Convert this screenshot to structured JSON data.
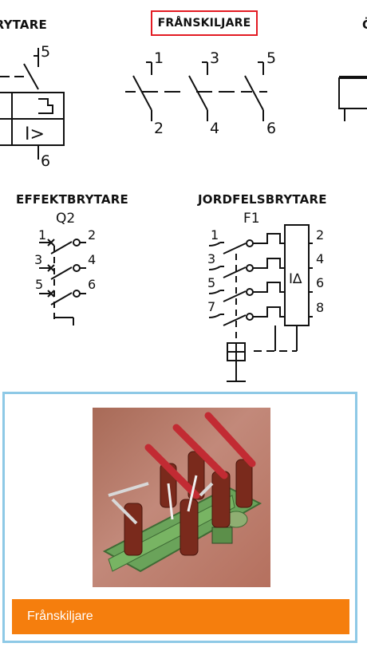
{
  "labels": {
    "left_partial": "BRYTARE",
    "active": "FRÅNSKILJARE",
    "right_partial": "Ö",
    "effektbrytare": "EFFEKTBRYTARE",
    "jordfelsbrytare": "JORDFELSBRYTARE"
  },
  "symbols": {
    "left": {
      "pin_top": "5",
      "pin_bottom": "6",
      "relay_mark": "I>"
    },
    "franskiljare": {
      "pins_top": [
        "1",
        "3",
        "5"
      ],
      "pins_bottom": [
        "2",
        "4",
        "6"
      ]
    },
    "effektbrytare": {
      "ref": "Q2",
      "pins_left": [
        "1",
        "3",
        "5"
      ],
      "pins_right": [
        "2",
        "4",
        "6"
      ]
    },
    "jordfelsbrytare": {
      "ref": "F1",
      "pins_left": [
        "1",
        "3",
        "5",
        "7"
      ],
      "pins_right": [
        "2",
        "4",
        "6",
        "8"
      ],
      "relay_mark": "I∆"
    }
  },
  "card": {
    "button_label": "Frånskiljare"
  },
  "colors": {
    "active_border": "#e31b23",
    "card_border": "#8ec9e6",
    "button_bg": "#f57e0d",
    "button_text": "#ffffff"
  }
}
